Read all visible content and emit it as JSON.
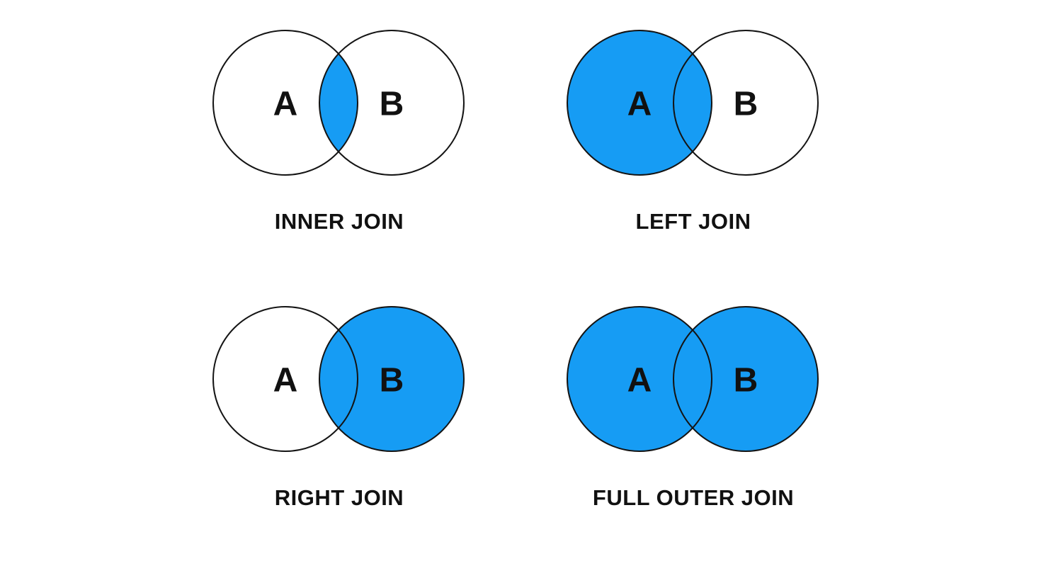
{
  "colors": {
    "highlight_blue": "#169CF4",
    "outline_black": "#141414",
    "text_black": "#111111",
    "background": "#ffffff",
    "unfilled": "none"
  },
  "panels": [
    {
      "id": "inner-join",
      "title": "INNER JOIN",
      "label_a": "A",
      "label_b": "B",
      "fills": {
        "a": "none",
        "b": "none",
        "intersection": "#169CF4"
      }
    },
    {
      "id": "left-join",
      "title": "LEFT JOIN",
      "label_a": "A",
      "label_b": "B",
      "fills": {
        "a": "#169CF4",
        "b": "none",
        "intersection": "none"
      }
    },
    {
      "id": "right-join",
      "title": "RIGHT JOIN",
      "label_a": "A",
      "label_b": "B",
      "fills": {
        "a": "none",
        "b": "#169CF4",
        "intersection": "none"
      }
    },
    {
      "id": "full-outer-join",
      "title": "FULL OUTER JOIN",
      "label_a": "A",
      "label_b": "B",
      "fills": {
        "a": "#169CF4",
        "b": "#169CF4",
        "intersection": "none"
      }
    }
  ]
}
